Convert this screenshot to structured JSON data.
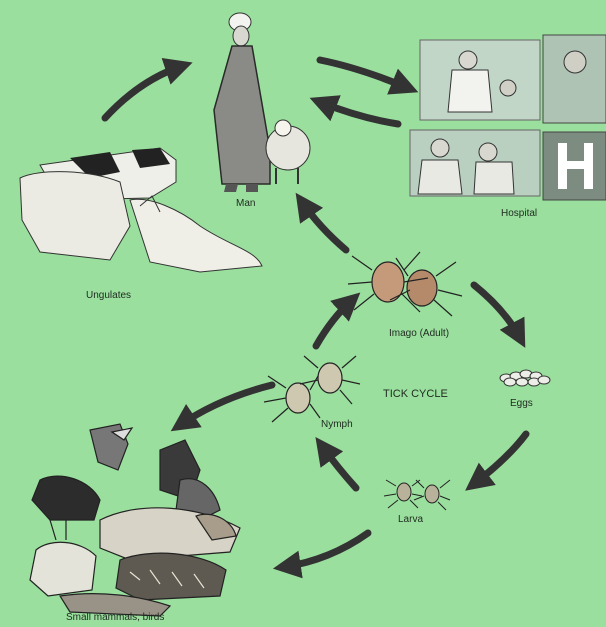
{
  "diagram": {
    "center_label": "TICK CYCLE",
    "nodes": {
      "man": "Man",
      "hospital": "Hospital",
      "ungulates": "Ungulates",
      "imago": "Imago (Adult)",
      "eggs": "Eggs",
      "larva": "Larva",
      "nymph": "Nymph",
      "small_mammals": "Small mammals, birds"
    },
    "icons": [
      "man-figure-icon",
      "sheep-icon",
      "hospital-scene-icon",
      "hospital-h-sign-icon",
      "ungulates-icon",
      "adult-tick-icon",
      "eggs-icon",
      "larva-tick-icon",
      "nymph-tick-icon",
      "small-animals-icon",
      "arrow-icon"
    ],
    "colors": {
      "background": "#9adf9e",
      "arrows": "#333333",
      "illustration_line": "#2a2a2a"
    }
  }
}
